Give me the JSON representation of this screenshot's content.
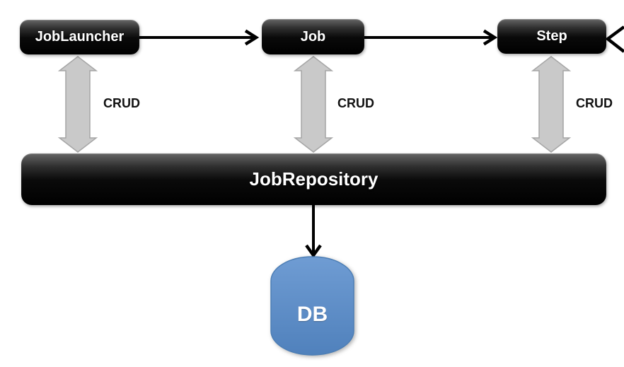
{
  "diagram": {
    "background": "#ffffff",
    "nodes": {
      "joblauncher": {
        "label": "JobLauncher"
      },
      "job": {
        "label": "Job"
      },
      "step": {
        "label": "Step"
      },
      "jobrepository": {
        "label": "JobRepository"
      },
      "db": {
        "label": "DB",
        "shape": "cylinder"
      }
    },
    "edges": [
      {
        "from": "JobLauncher",
        "to": "Job",
        "style": "black-arrow"
      },
      {
        "from": "Job",
        "to": "Step",
        "style": "black-arrow"
      },
      {
        "from": "offscreen-right",
        "to": "Step",
        "style": "black-arrow"
      },
      {
        "from": "JobLauncher",
        "to": "JobRepository",
        "style": "gray-double-arrow",
        "label": "CRUD"
      },
      {
        "from": "Job",
        "to": "JobRepository",
        "style": "gray-double-arrow",
        "label": "CRUD"
      },
      {
        "from": "Step",
        "to": "JobRepository",
        "style": "gray-double-arrow",
        "label": "CRUD"
      },
      {
        "from": "JobRepository",
        "to": "DB",
        "style": "black-arrow"
      }
    ],
    "colors": {
      "node_fill": "#000000",
      "node_text": "#ffffff",
      "connector": "#000000",
      "crud_text": "#111111",
      "crud_arrow_fill": "#c9c9c9",
      "crud_arrow_stroke": "#a6a6a6",
      "db_fill_top": "#6f9cd3",
      "db_fill_bottom": "#5081bc",
      "db_stroke": "#4c7eb5"
    }
  }
}
